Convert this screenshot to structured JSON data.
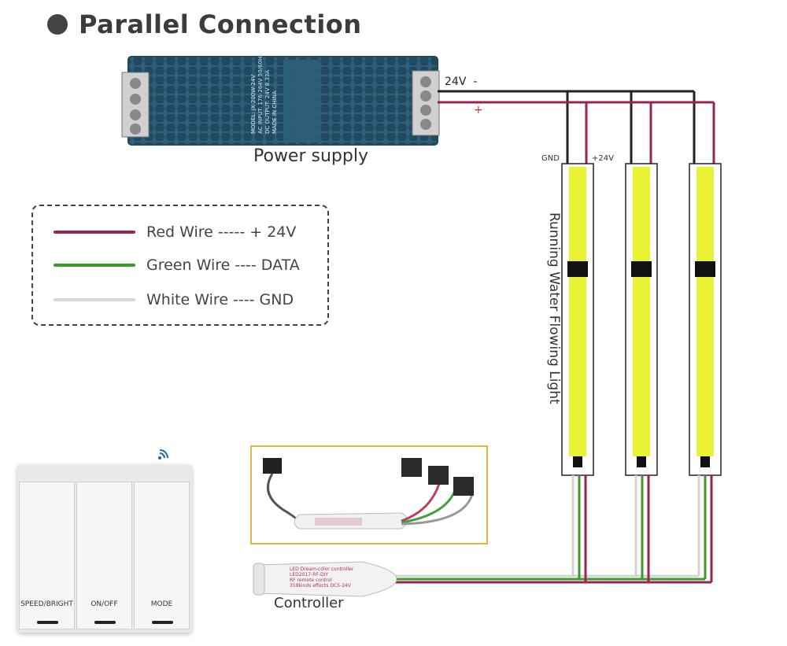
{
  "title": "Parallel Connection",
  "power_supply": {
    "label": "Power supply",
    "terminal_negative": "24V  -",
    "terminal_positive": "+",
    "print_lines": [
      "MODEL: JX-200W-24V",
      "AC INPUT: 176-264V 50/60Hz",
      "DC OUTPUT: 24V 8.33A",
      "MADE IN CHINA"
    ]
  },
  "legend": {
    "items": [
      {
        "label": "Red Wire ----- + 24V",
        "color": "#9a2350"
      },
      {
        "label": "Green Wire ---- DATA",
        "color": "#3a9a2a"
      },
      {
        "label": "White Wire ---- GND",
        "color": "#d8d8d8"
      }
    ]
  },
  "strip": {
    "gnd_label": "GND",
    "pos_label": "+24V",
    "name": "Running Water Flowing Light",
    "color": "#e9f235"
  },
  "switch": {
    "buttons": [
      "SPEED/BRIGHT",
      "ON/OFF",
      "MODE"
    ]
  },
  "controller": {
    "label": "Controller",
    "print_lines": [
      "LED Dream-color controller",
      "LED2017-RF-DIY",
      "RF remote control",
      "359kinds effects  DC5-24V"
    ]
  },
  "colors": {
    "black_wire": "#222222",
    "red_wire": "#9a2350",
    "green_wire": "#3a9a2a",
    "white_wire": "#d4d4d4",
    "psu_body": "#2e5f7a",
    "photo_border": "#e2b540"
  }
}
